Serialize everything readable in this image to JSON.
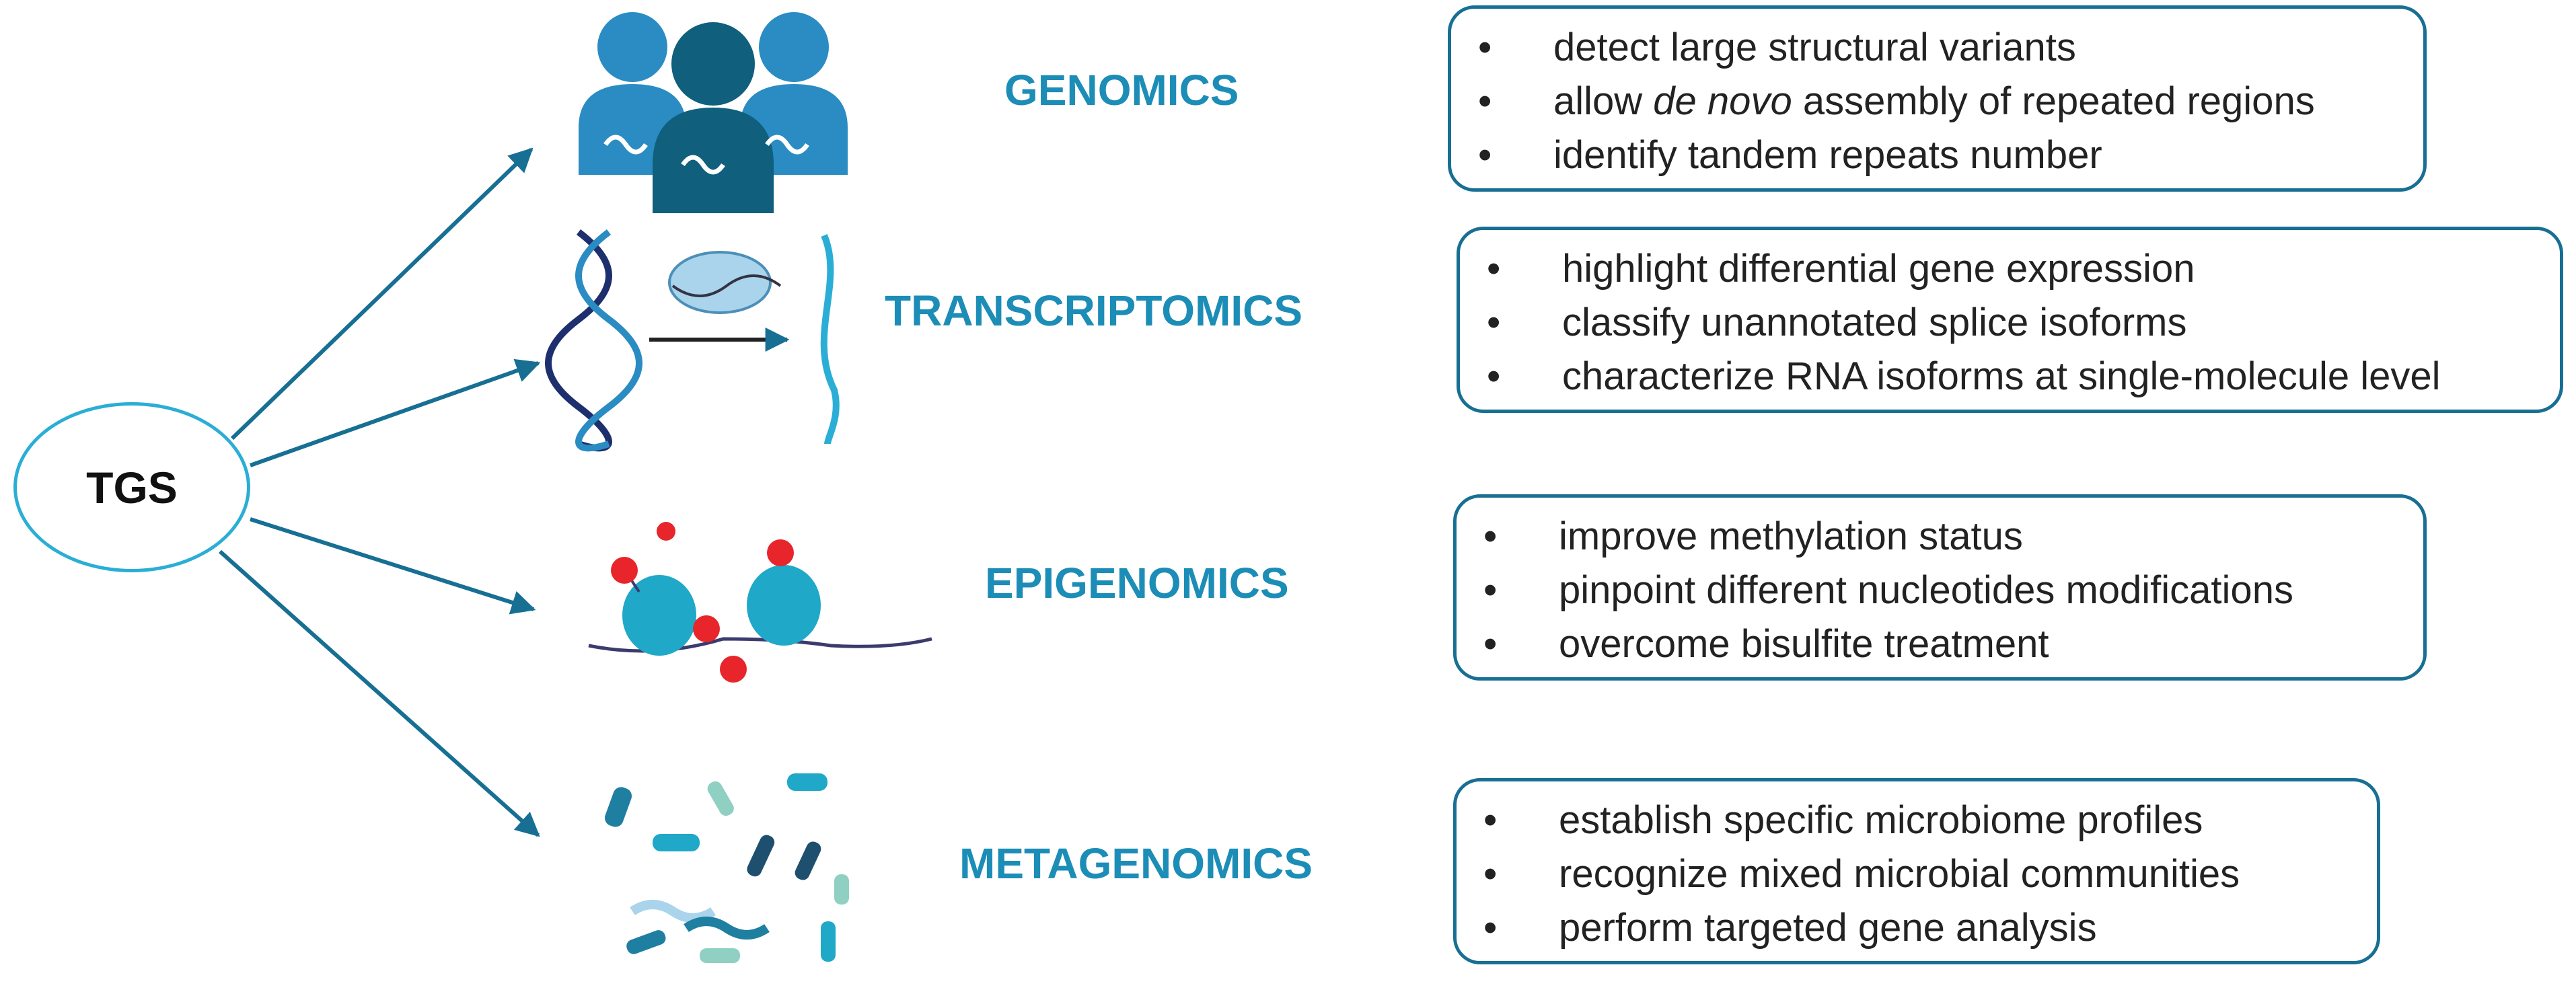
{
  "hub": {
    "label": "TGS"
  },
  "categories": [
    {
      "name": "GENOMICS",
      "items": [
        "detect large structural variants",
        "allow de novo assembly of repeated regions",
        "identify tandem repeats number"
      ],
      "italic": "de novo"
    },
    {
      "name": "TRANSCRIPTOMICS",
      "items": [
        "highlight differential gene expression",
        "classify unannotated splice isoforms",
        "characterize RNA isoforms at single-molecule level"
      ]
    },
    {
      "name": "EPIGENOMICS",
      "items": [
        "improve methylation status",
        "pinpoint different nucleotides modifications",
        "overcome bisulfite treatment"
      ]
    },
    {
      "name": "METAGENOMICS",
      "items": [
        "establish specific microbiome profiles",
        "recognize mixed microbial communities",
        "perform targeted gene analysis"
      ]
    }
  ],
  "icons": [
    "people-dna-icon",
    "dna-transcription-icon",
    "nucleosome-methylation-icon",
    "microbes-icon"
  ],
  "colors": {
    "title": "#1c8db6",
    "arrow": "#176f93",
    "hub_border": "#2aaed6",
    "box_border": "#176f93"
  }
}
